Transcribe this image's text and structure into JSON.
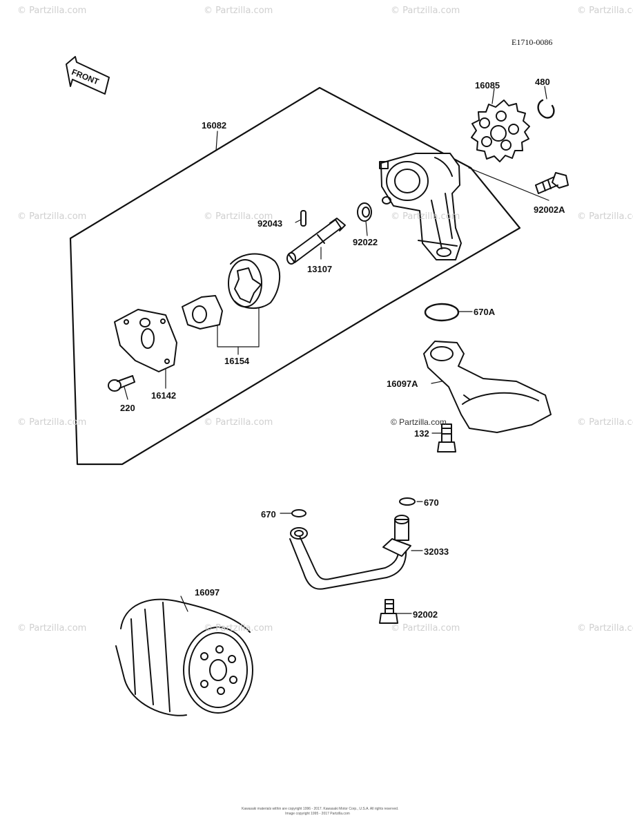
{
  "diagram_code": "E1710-0086",
  "front_label": "FRONT",
  "watermark_text": "© Partzilla.com",
  "center_link": "© Partzilla.com",
  "copyright": [
    "Kawasaki materials within are copyright 1996 - 2017. Kawasaki Motor Corp., U.S.A. All rights reserved.",
    "Image copyright 1995 - 2017 Partzilla.com"
  ],
  "parts": {
    "p16082": "16082",
    "p16085": "16085",
    "p480": "480",
    "p92002A": "92002A",
    "p92043": "92043",
    "p92022": "92022",
    "p13107": "13107",
    "p16154": "16154",
    "p16142": "16142",
    "p220": "220",
    "p670A": "670A",
    "p16097A": "16097A",
    "p132": "132",
    "p670_right": "670",
    "p670_left": "670",
    "p32033": "32033",
    "p92002": "92002",
    "p16097": "16097"
  },
  "colors": {
    "ink": "#111111",
    "watermark": "#cfcfcf"
  }
}
